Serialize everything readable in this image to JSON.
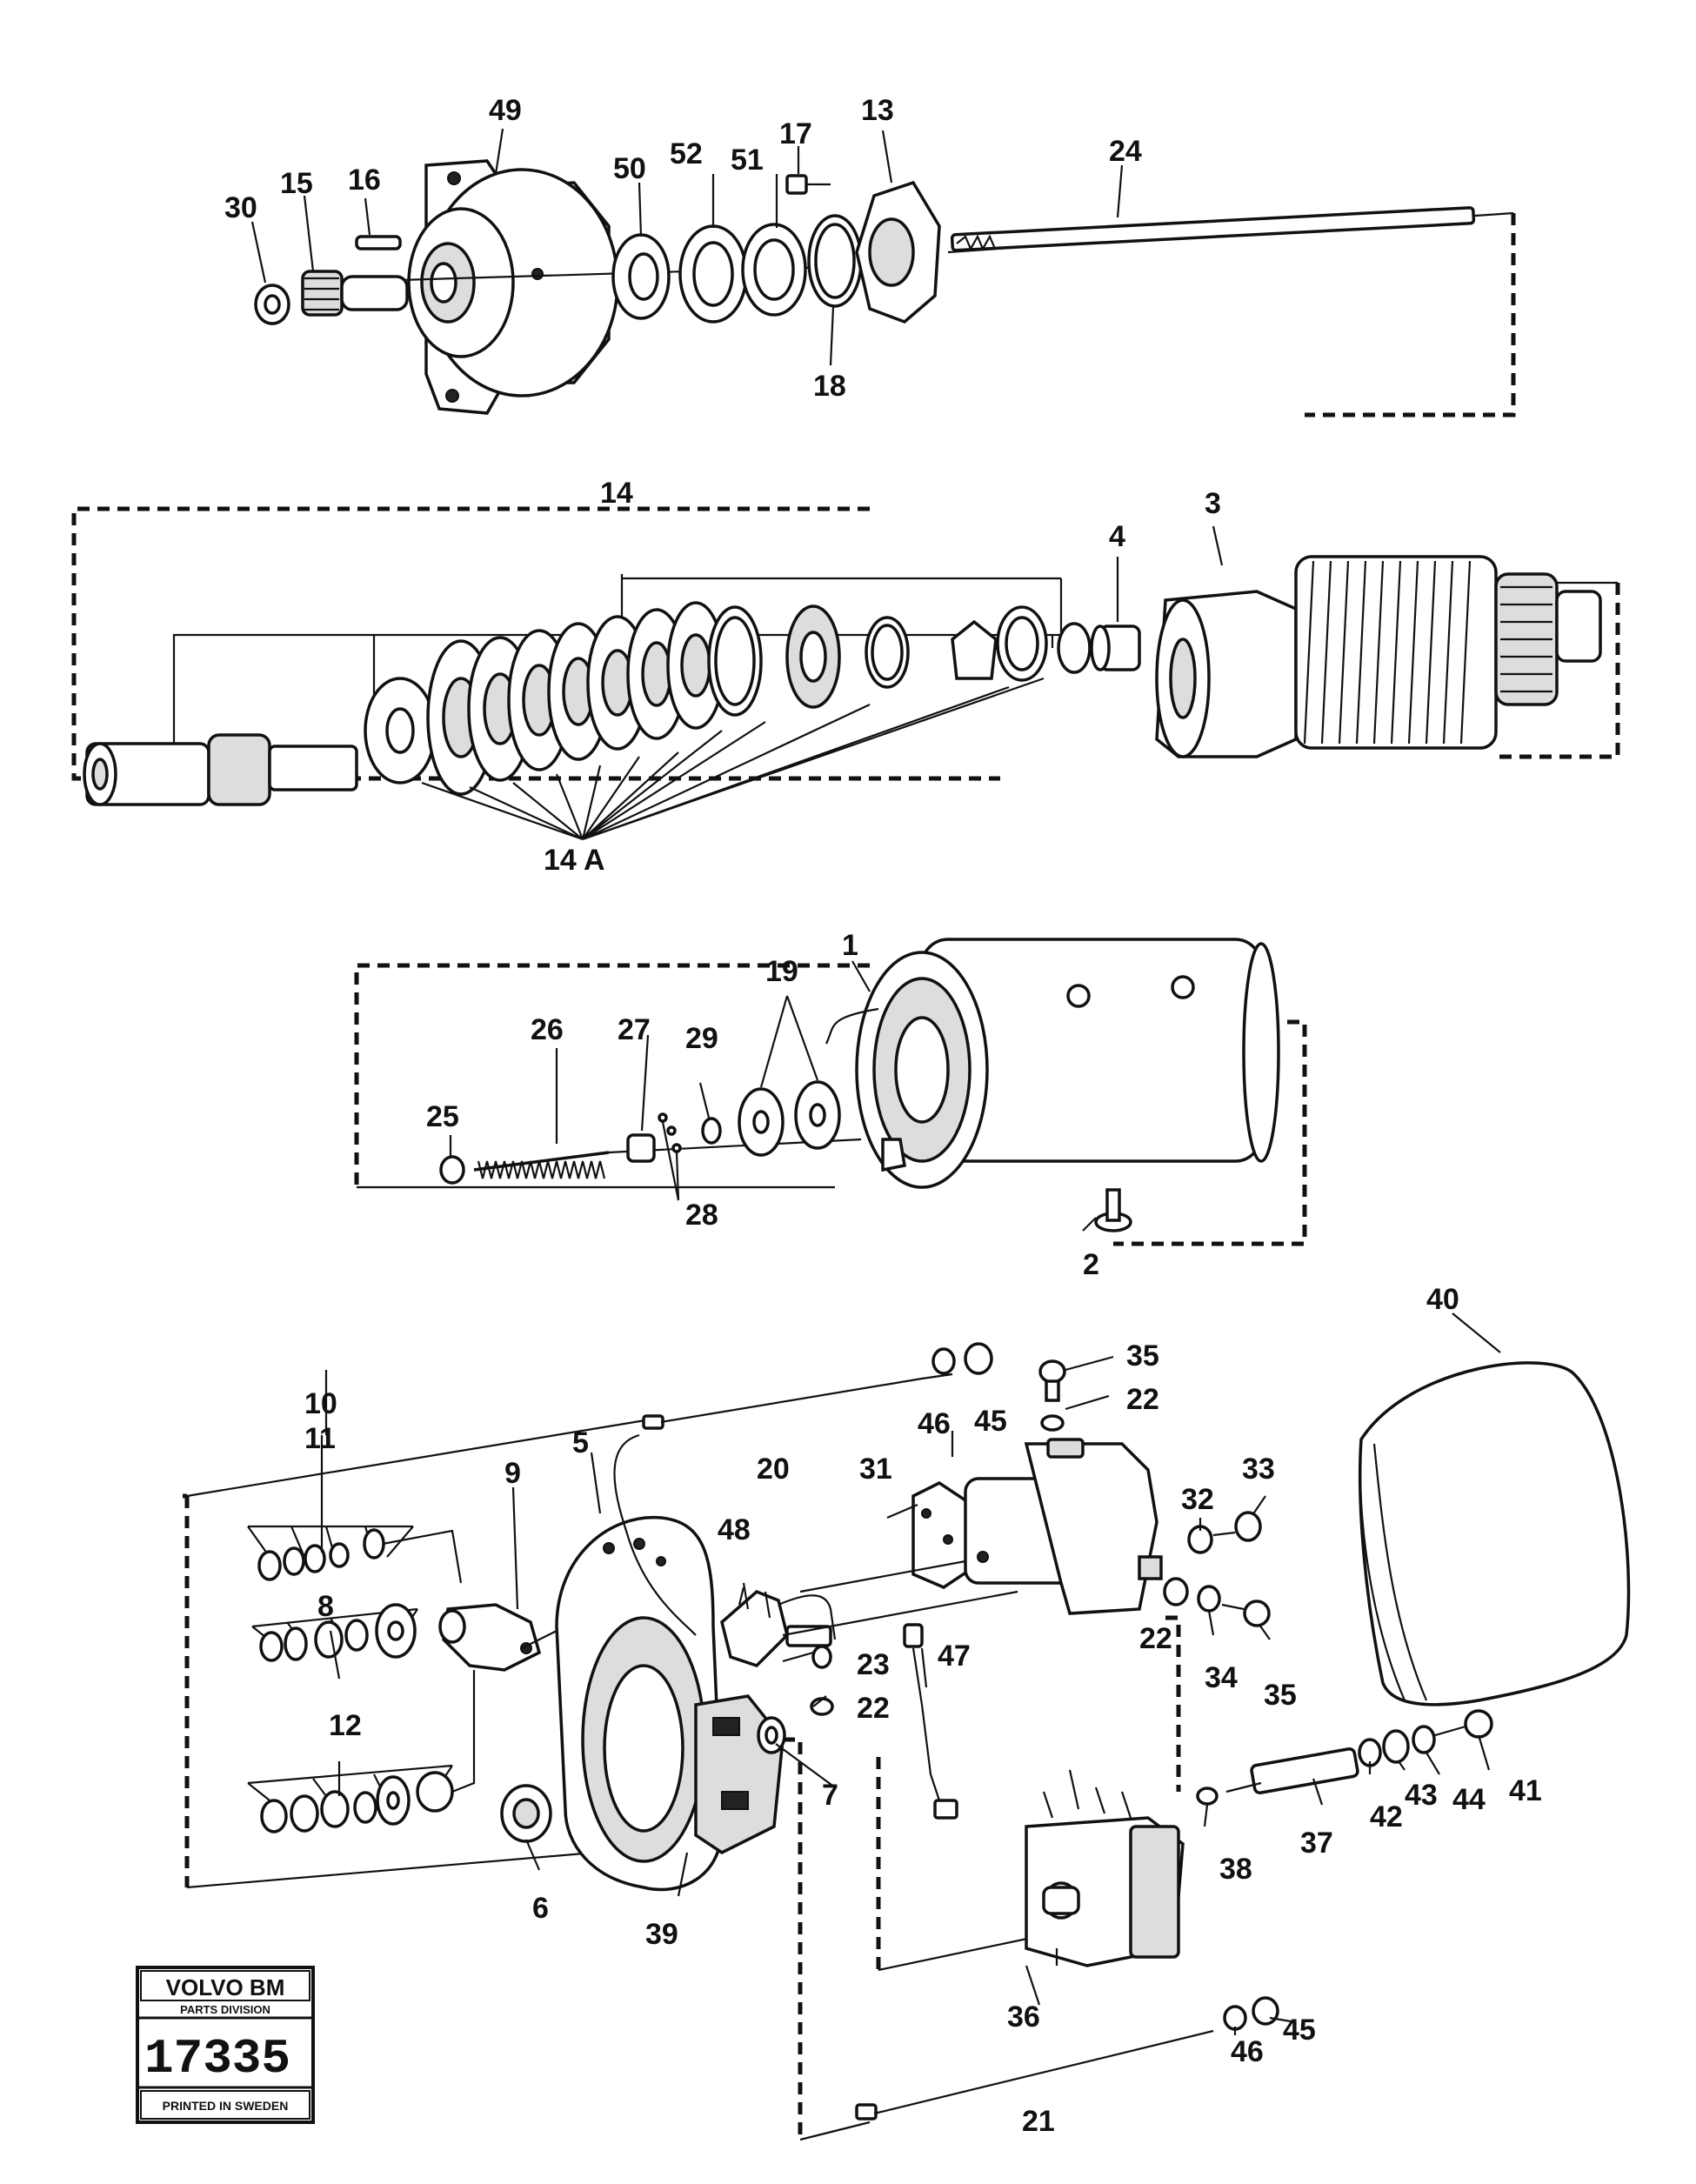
{
  "labels": {
    "p1": "1",
    "p2": "2",
    "p3": "3",
    "p4": "4",
    "p5": "5",
    "p6": "6",
    "p7": "7",
    "p8": "8",
    "p9": "9",
    "p10": "10",
    "p11": "11",
    "p12": "12",
    "p13": "13",
    "p14": "14",
    "p14a": "14 A",
    "p15": "15",
    "p16": "16",
    "p17": "17",
    "p18": "18",
    "p19": "19",
    "p20": "20",
    "p21": "21",
    "p22a": "22",
    "p22b": "22",
    "p22c": "22",
    "p23": "23",
    "p24": "24",
    "p25": "25",
    "p26": "26",
    "p27": "27",
    "p28": "28",
    "p29": "29",
    "p30": "30",
    "p31": "31",
    "p32": "32",
    "p33": "33",
    "p34": "34",
    "p35a": "35",
    "p35b": "35",
    "p36": "36",
    "p37": "37",
    "p38": "38",
    "p39": "39",
    "p40": "40",
    "p41": "41",
    "p42": "42",
    "p43": "43",
    "p44": "44",
    "p45a": "45",
    "p45b": "45",
    "p46a": "46",
    "p46b": "46",
    "p47": "47",
    "p48": "48",
    "p49": "49",
    "p50": "50",
    "p51": "51",
    "p52": "52"
  },
  "plate": {
    "brand": "VOLVO BM",
    "division": "PARTS DIVISION",
    "number": "17335",
    "footer": "PRINTED IN SWEDEN"
  }
}
